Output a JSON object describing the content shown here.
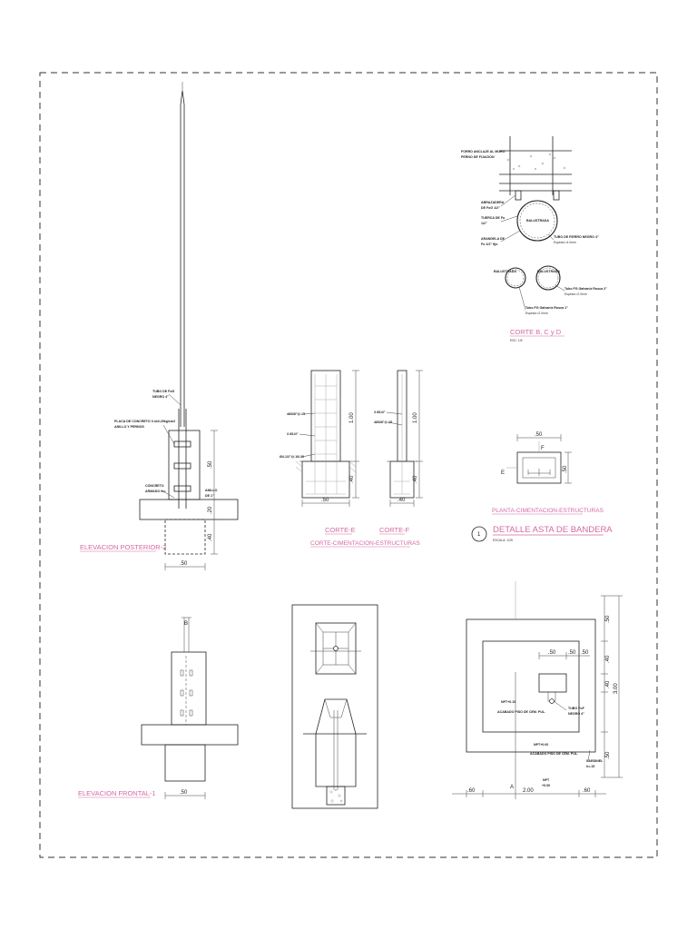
{
  "titles": {
    "elev_posterior": "ELEVACION POSTERIOR-2",
    "elev_frontal": "ELEVACION FRONTAL-1",
    "corte_bcd": "CORTE B, C y D",
    "corte_bcd_scale": "ESC: 1/5",
    "corte_e": "CORTE-E",
    "corte_f": "CORTE-F",
    "corte_cimentacion": "CORTE-CIMENTACION-ESTRUCTURAS",
    "planta_cimentacion": "PLANTA-CIMENTACION-ESTRUCTURAS",
    "detalle_number": "1",
    "detalle_title": "DETALLE ASTA DE BANDERA",
    "detalle_scale": "ESCALA: 1/25"
  },
  "annotations": {
    "tubo_pvc_top": "TUBO DE FoG",
    "tubo_pvc_top2": "NEGRO 4\"",
    "platina": "PLACA DE CONCRETO 0.4x0.25kg/cm2",
    "platina2": "ANILLO Y PERNOS",
    "concreto": "CONCRETO",
    "concreto2": "ARMADO fc=",
    "anillo": "ANILLO",
    "anillo2": "DE 1\"",
    "techo1": "FORRO ANCLAJE AL MURO",
    "techo2": "PERNO DE FIJACION",
    "abrazadera1": "ABRAZADERA",
    "abrazadera2": "DE FoG 1/2\"",
    "tuerca1": "TUERCA DE Fo",
    "tuerca2": "1/2\"",
    "arandela1": "ARANDELA DE",
    "arandela2": "Fo 1/2\" fijo",
    "tubo_r1": "TUBO DE FIERRO NEGRO 4\"",
    "tubo_r2": "Espesor=4.0mm",
    "balustrada": "BALUSTRADA",
    "tubo_b1": "Tubo FG Galvaniz Rosca 2\"",
    "tubo_b2": "Espesor=2.0mm",
    "tubo_c1": "Tubo FG Galvaniz Rosca 1\"",
    "tubo_c2": "Espesor=2.0mm",
    "corte_e_a": "4Ø3/8\"@.15",
    "corte_e_b": "3 Ø1/4\"",
    "corte_e_c": "Ø4-1/2\"@.10/.30",
    "corte_f_a": "3 Ø1/4\"",
    "corte_f_b": "4Ø3/8\"@.15",
    "plan_label1": "NPT+0.15",
    "plan_label2": "ACABADO PISO DE CEM. PUL.",
    "plan_label3": "NPT+0.00",
    "plan_label4": "ACABADO PISO DE CEM. PUL.",
    "plan_tubo": "TUBO FoF",
    "plan_tubo2": "NEGRO 4\"",
    "plan_sardinel": "SARDINEL",
    "plan_sardinel2": "h=.15",
    "plan_npt": "NPT",
    "plan_npt2": "+0.00"
  },
  "dimensions": {
    "ep_50": ".50",
    "ep_20": ".20",
    "ep_40": ".40",
    "ep_bot": ".50",
    "ce_100": "1.00",
    "ce_40": ".40",
    "ce_bot": ".50",
    "cf_100": "1.00",
    "cf_40": ".40",
    "cf_bot": ".40",
    "pl_top": ".50",
    "pl_side": ".50",
    "ef_bot": ".50",
    "pp_50a": ".50",
    "pp_50b": ".50",
    "pp_50c": ".50",
    "pp_r50": ".50",
    "pp_r40": ".40",
    "pp_r300": "3.00",
    "pp_r40b": ".40",
    "pp_r50b": ".50",
    "pp_b60": ".60",
    "pp_b200": "2.00",
    "pp_b60b": ".60"
  },
  "markers": {
    "plan_E": "E",
    "plan_F": "F",
    "ef_B": "B",
    "pp_A": "A"
  },
  "colors": {
    "title_pink": "#d36aa3",
    "lines": "#222222"
  }
}
